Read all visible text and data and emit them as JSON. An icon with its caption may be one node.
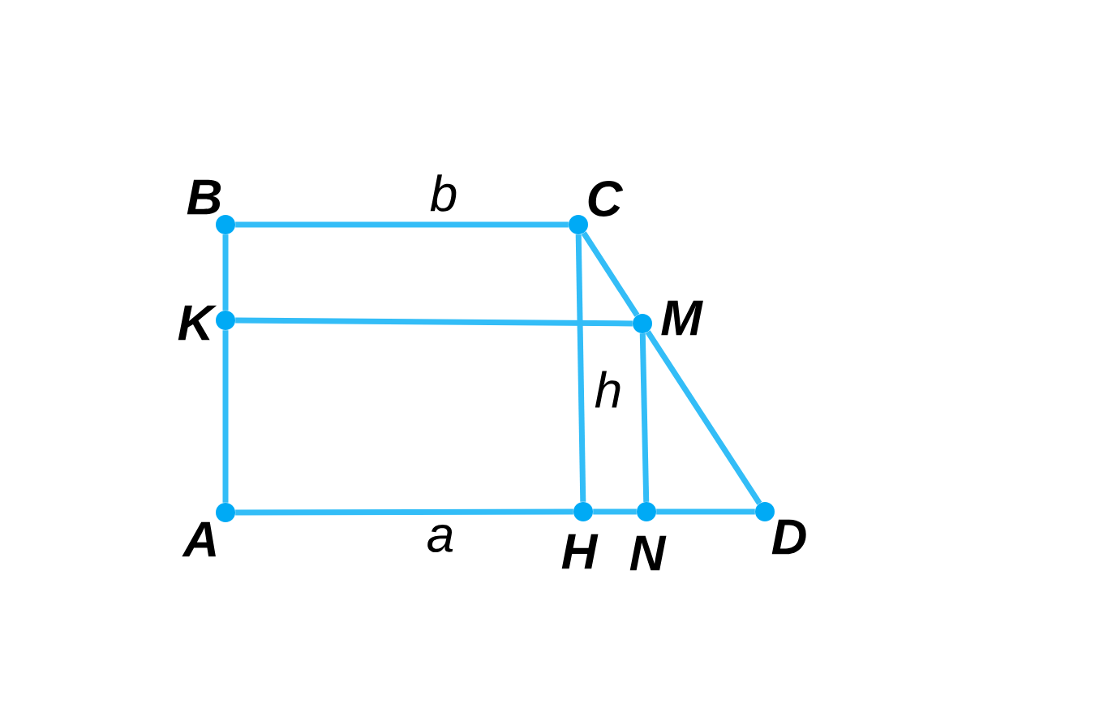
{
  "diagram": {
    "nodes": [
      {
        "text": [],
        "shape": "circle",
        "beside": [
          "B"
        ]
      },
      {
        "text": [],
        "shape": "circle",
        "beside": [
          "C"
        ]
      },
      {
        "text": [],
        "shape": "circle",
        "beside": [
          "K"
        ]
      },
      {
        "text": [],
        "shape": "circle",
        "beside": [
          "M"
        ]
      },
      {
        "text": [],
        "shape": "circle",
        "beside": [
          "A"
        ]
      },
      {
        "text": [],
        "shape": "circle",
        "beside": [
          "H"
        ]
      },
      {
        "text": [],
        "shape": "circle",
        "beside": [
          "N"
        ]
      },
      {
        "text": [],
        "shape": "circle",
        "beside": [
          "D"
        ]
      }
    ],
    "edges": [
      {
        "from": 0,
        "to": 1,
        "arrow": "none",
        "label": "b"
      },
      {
        "from": 1,
        "to": 3,
        "arrow": "none"
      },
      {
        "from": 3,
        "to": 7,
        "arrow": "none"
      },
      {
        "from": 0,
        "to": 2,
        "arrow": "none"
      },
      {
        "from": 2,
        "to": 4,
        "arrow": "none"
      },
      {
        "from": 2,
        "to": 3,
        "arrow": "none"
      },
      {
        "from": 1,
        "to": 5,
        "arrow": "none",
        "label": "h"
      },
      {
        "from": 3,
        "to": 6,
        "arrow": "none"
      },
      {
        "from": 4,
        "to": 5,
        "arrow": "none",
        "label": "a"
      },
      {
        "from": 5,
        "to": 6,
        "arrow": "none"
      },
      {
        "from": 6,
        "to": 7,
        "arrow": "none"
      }
    ]
  }
}
